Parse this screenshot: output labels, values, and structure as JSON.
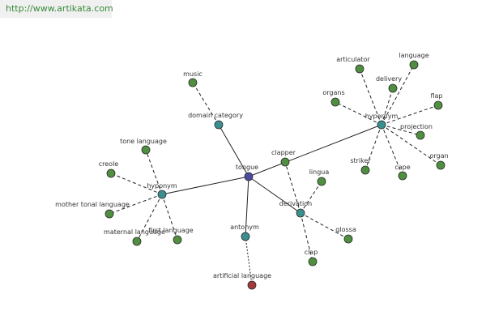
{
  "header": {
    "url": "http://www.artikata.com"
  },
  "colors": {
    "root": "#4a4a9e",
    "relation": "#3a8f8f",
    "word": "#4f8f3f",
    "antonym_word": "#a33a3a",
    "edge": "#222222"
  },
  "graph": {
    "root": {
      "id": "tongue",
      "label": "tongue"
    },
    "relations": [
      {
        "id": "hyponym",
        "label": "hyponym"
      },
      {
        "id": "domain",
        "label": "domain category"
      },
      {
        "id": "hypernym",
        "label": "hypernym"
      },
      {
        "id": "derivation",
        "label": "derivation"
      },
      {
        "id": "antonym",
        "label": "antonym"
      }
    ],
    "words": [
      {
        "id": "tone_language",
        "label": "tone language",
        "parent": "hyponym"
      },
      {
        "id": "creole",
        "label": "creole",
        "parent": "hyponym"
      },
      {
        "id": "mother_tonal",
        "label": "mother tonal language",
        "parent": "hyponym"
      },
      {
        "id": "maternal",
        "label": "maternal language",
        "parent": "hyponym"
      },
      {
        "id": "first_language",
        "label": "first language",
        "parent": "hyponym"
      },
      {
        "id": "music",
        "label": "music",
        "parent": "domain"
      },
      {
        "id": "articulator",
        "label": "articulator",
        "parent": "hypernym"
      },
      {
        "id": "language",
        "label": "language",
        "parent": "hypernym"
      },
      {
        "id": "delivery",
        "label": "delivery",
        "parent": "hypernym"
      },
      {
        "id": "organs",
        "label": "organs",
        "parent": "hypernym"
      },
      {
        "id": "flap",
        "label": "flap",
        "parent": "hypernym"
      },
      {
        "id": "projection",
        "label": "projection",
        "parent": "hypernym"
      },
      {
        "id": "organ",
        "label": "organ",
        "parent": "hypernym"
      },
      {
        "id": "cape",
        "label": "cape",
        "parent": "hypernym"
      },
      {
        "id": "striker",
        "label": "striker",
        "parent": "hypernym"
      },
      {
        "id": "clapper",
        "label": "clapper",
        "parent": "derivation"
      },
      {
        "id": "lingua",
        "label": "lingua",
        "parent": "derivation"
      },
      {
        "id": "glossa",
        "label": "glossa",
        "parent": "derivation"
      },
      {
        "id": "clap",
        "label": "clap",
        "parent": "derivation"
      },
      {
        "id": "artificial_language",
        "label": "artificial language",
        "parent": "antonym"
      }
    ]
  }
}
